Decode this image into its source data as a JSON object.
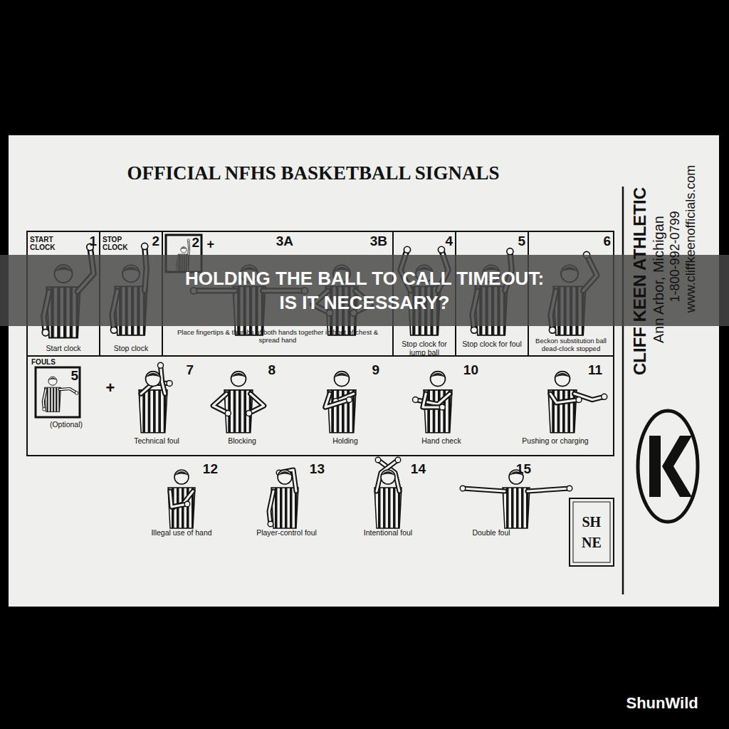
{
  "diagram": {
    "title": "HOLDING THE BALL TO CALL TIMEOUT: IS IT NECESSARY?",
    "nodes": [
      {
        "text": [
          "START CLOCK",
          "1",
          "Start clock"
        ]
      },
      {
        "text": [
          "STOP CLOCK",
          "2",
          "Stop clock"
        ]
      },
      {
        "text": [
          "2",
          "3A",
          "3B",
          "Place fingertips & thumbs of both hands together in front of chest & spread hand"
        ]
      },
      {
        "text": [
          "4",
          "Stop clock for jump ball"
        ]
      },
      {
        "text": [
          "5",
          "Stop clock for foul"
        ]
      },
      {
        "text": [
          "6",
          "Beckon substitution ball dead-clock stopped"
        ]
      },
      {
        "text": [
          "FOULS",
          "5",
          "(Optional)"
        ]
      },
      {
        "text": [
          "7",
          "Technical foul"
        ]
      },
      {
        "text": [
          "8",
          "Blocking"
        ]
      },
      {
        "text": [
          "9",
          "Holding"
        ]
      },
      {
        "text": [
          "10",
          "Hand check"
        ]
      },
      {
        "text": [
          "11",
          "Pushing or charging"
        ]
      },
      {
        "text": [
          "12",
          "Illegal use of hand"
        ]
      },
      {
        "text": [
          "13",
          "Player-control foul"
        ]
      },
      {
        "text": [
          "14",
          "Intentional foul"
        ]
      },
      {
        "text": [
          "15",
          "Double foul"
        ]
      }
    ],
    "labels": [
      "OFFICIAL NFHS BASKETBALL SIGNALS",
      "+",
      "+",
      "CLIFF KEEN ATHLETIC",
      "Ann Arbor, Michigan",
      "1-800-992-0799",
      "www.cliffkeenofficials.com",
      "SH",
      "NE",
      "ShunWild"
    ]
  }
}
